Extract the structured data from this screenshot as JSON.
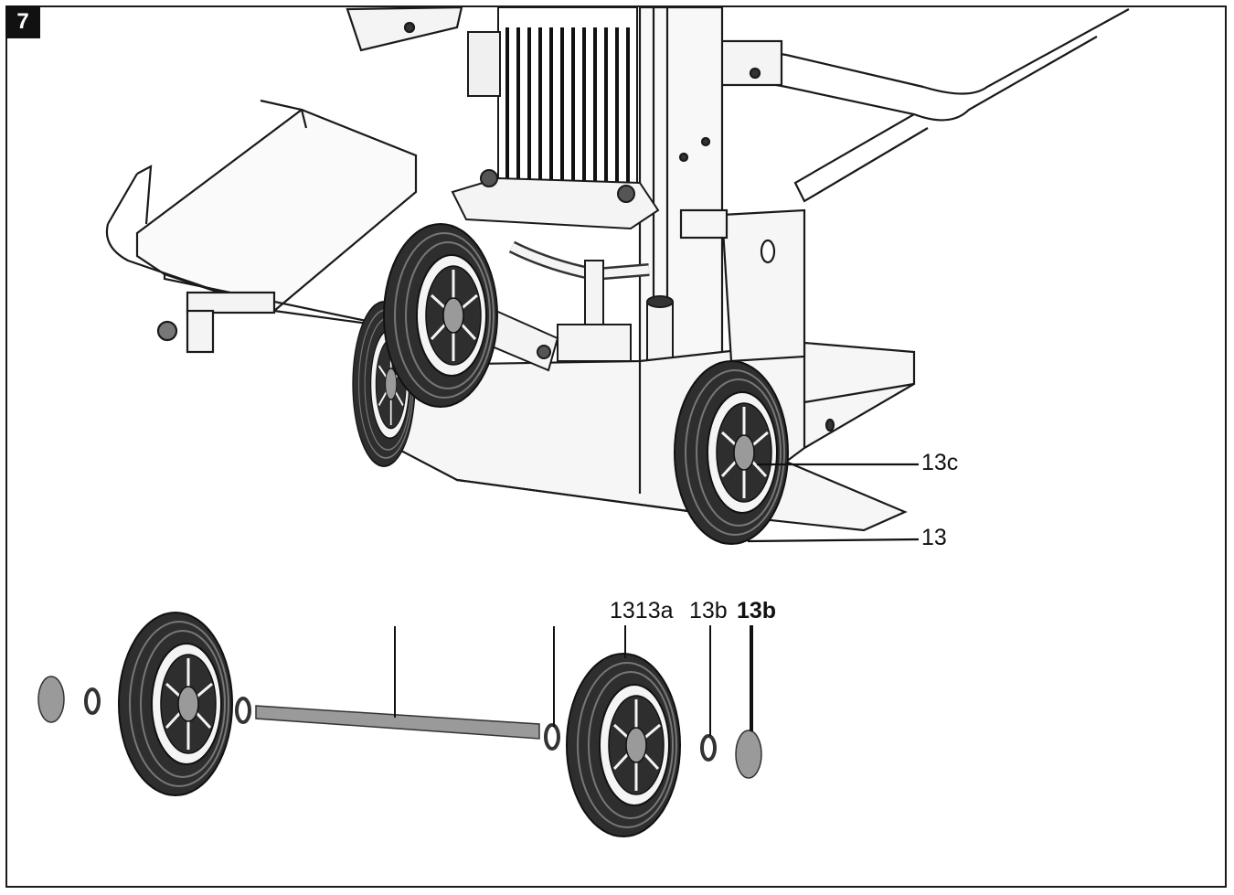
{
  "figure": {
    "number": "7"
  },
  "callouts": {
    "c13c": "13c",
    "c13": "13",
    "c1313a": "1313a",
    "c13b": "13b",
    "c13b_bold": "13b"
  },
  "colors": {
    "line": "#1a1a1a",
    "tire": "#2e2e2e",
    "hub": "#9a9a9a",
    "fill_light": "#f4f4f4"
  }
}
